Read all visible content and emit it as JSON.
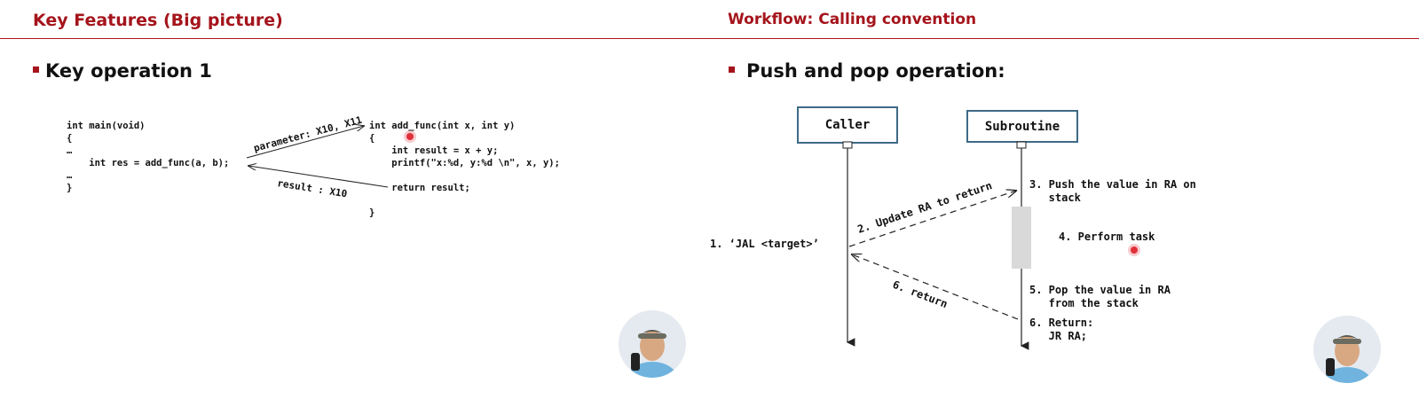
{
  "left_slide": {
    "title": "Key Features (Big picture)",
    "bullet": "Key operation 1",
    "code_main": [
      "int main(void)",
      "{",
      "…",
      "    int res = add_func(a, b);",
      "…",
      "}"
    ],
    "code_func": [
      "int add_func(int x, int y)",
      "{",
      "    int result = x + y;",
      "    printf(\"x:%d, y:%d \\n\", x, y);",
      "",
      "    return result;",
      "",
      "}"
    ],
    "arrow_parameter": "parameter: X10, X11",
    "arrow_result": "result : X10"
  },
  "right_slide": {
    "title": "Workflow: Calling convention",
    "bullet": "Push and pop operation:",
    "caller_label": "Caller",
    "subroutine_label": "Subroutine",
    "step1": "1. ‘JAL <target>’",
    "step2": "2. Update RA to return",
    "step3": [
      "3. Push the value in RA on",
      "   stack"
    ],
    "step4": "4. Perform task",
    "step5": [
      "5. Pop the value in RA",
      "   from the stack"
    ],
    "step6": [
      "6. Return:",
      "   JR RA;"
    ],
    "step6_arrow": "6. return"
  },
  "colors": {
    "title_red": "#a5141c",
    "box_border": "#3e6a86",
    "activation_bar": "#d9d9d9",
    "cursor_red": "#e0303a"
  }
}
